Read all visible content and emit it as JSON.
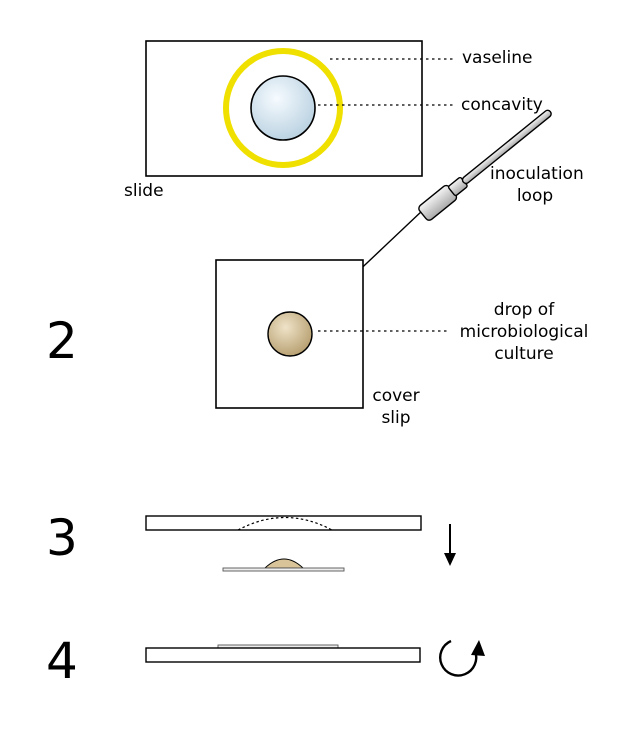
{
  "labels": {
    "vaseline": "vaseline",
    "concavity": "concavity",
    "slide": "slide",
    "inoculation_loop_line1": "inoculation",
    "inoculation_loop_line2": "loop",
    "drop_line1": "drop of",
    "drop_line2": "microbiological",
    "drop_line3": "culture",
    "cover_slip_line1": "cover",
    "cover_slip_line2": "slip"
  },
  "steps": [
    "2",
    "3",
    "4"
  ],
  "colors": {
    "vaseline": "#f0e000",
    "concavity": "#d6e8f2",
    "culture_drop": "#d9c49a",
    "outline": "#000000"
  },
  "icons": {
    "down_arrow": "down-arrow-icon",
    "rotate": "rotate-clockwise-icon"
  }
}
